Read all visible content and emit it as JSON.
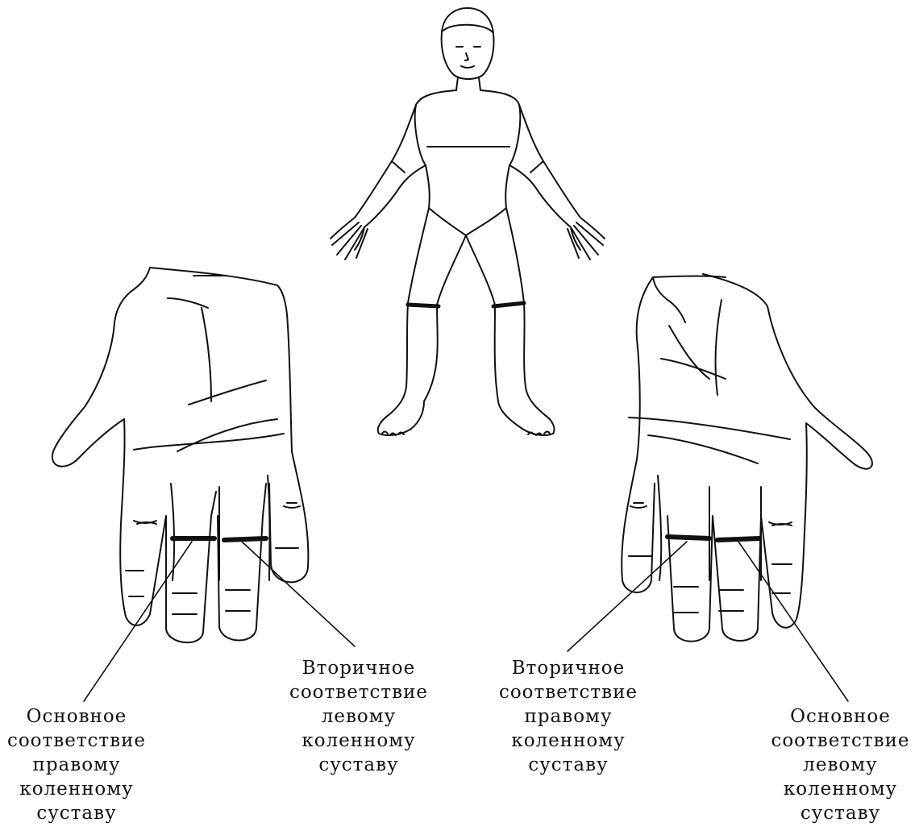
{
  "labels": {
    "left_primary": [
      "Основное",
      "соответствие",
      "правому",
      "коленному",
      "суставу"
    ],
    "left_secondary": [
      "Вторичное",
      "соответствие",
      "левому",
      "коленному",
      "суставу"
    ],
    "right_secondary": [
      "Вторичное",
      "соответствие",
      "правому",
      "коленному",
      "суставу"
    ],
    "right_primary": [
      "Основное",
      "соответствие",
      "левому",
      "коленному",
      "суставу"
    ]
  },
  "colors": {
    "line": "#111111",
    "background": "#ffffff"
  }
}
